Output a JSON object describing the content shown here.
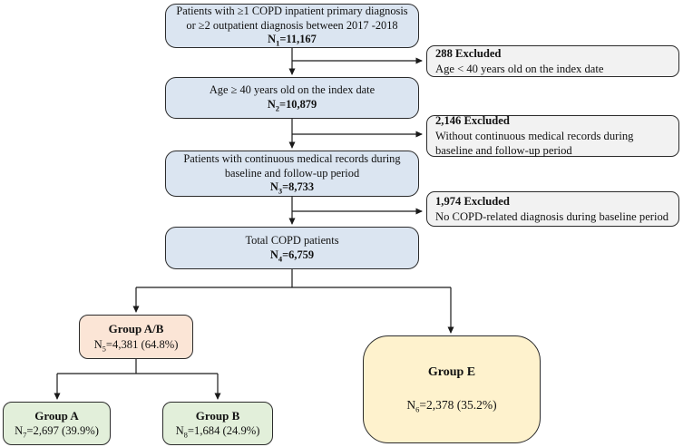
{
  "diagram": {
    "main_boxes": [
      {
        "line1": "Patients with ≥1 COPD inpatient primary diagnosis",
        "line2": "or ≥2 outpatient diagnosis between 2017 -2018",
        "n_base": "N",
        "n_sub": "1",
        "n_rest": "=11,167"
      },
      {
        "line1": "Age ≥ 40 years old on the index date",
        "n_base": "N",
        "n_sub": "2",
        "n_rest": "=10,879"
      },
      {
        "line1": "Patients with continuous medical records during",
        "line2": "baseline and follow-up period",
        "n_base": "N",
        "n_sub": "3",
        "n_rest": "=8,733"
      },
      {
        "line1": "Total COPD patients",
        "n_base": "N",
        "n_sub": "4",
        "n_rest": "=6,759"
      }
    ],
    "excluded_boxes": [
      {
        "title": "288 Excluded",
        "desc": "Age < 40 years old on the index date"
      },
      {
        "title": "2,146 Excluded",
        "desc": "Without continuous medical records during baseline and follow-up period"
      },
      {
        "title": "1,974 Excluded",
        "desc": "No COPD-related diagnosis during baseline period"
      }
    ],
    "groups": [
      {
        "title": "Group A/B",
        "n_base": "N",
        "n_sub": "5",
        "n_rest": "=4,381 (64.8%)"
      },
      {
        "title": "Group E",
        "n_base": "N",
        "n_sub": "6",
        "n_rest": "=2,378 (35.2%)"
      },
      {
        "title": "Group A",
        "n_base": "N",
        "n_sub": "7",
        "n_rest": "=2,697 (39.9%)"
      },
      {
        "title": "Group B",
        "n_base": "N",
        "n_sub": "8",
        "n_rest": "=1,684 (24.9%)"
      }
    ],
    "colors": {
      "main_box_fill": "#dbe5f1",
      "excluded_box_fill": "#f2f2f2",
      "group_ab_fill": "#fbe5d6",
      "group_e_fill": "#fef2cd",
      "group_a_fill": "#e2efda",
      "group_b_fill": "#e2efda",
      "border": "#2b2b2b",
      "line": "#1a1a1a"
    }
  }
}
